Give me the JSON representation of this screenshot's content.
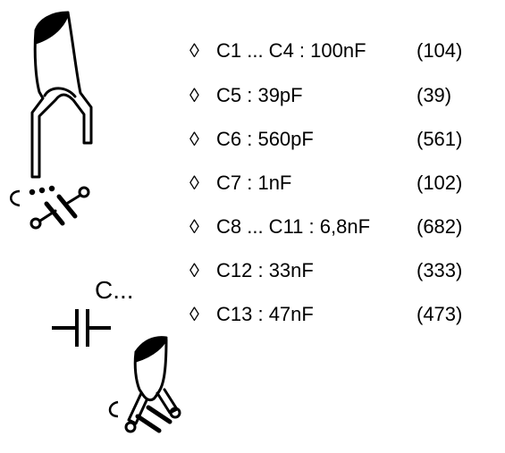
{
  "legend": {
    "symbol_label": "C...",
    "items": [
      {
        "label": "C1 ... C4  : 100nF",
        "code": "(104)"
      },
      {
        "label": "C5 :  39pF",
        "code": "(39)"
      },
      {
        "label": "C6 :  560pF",
        "code": "(561)"
      },
      {
        "label": "C7 :  1nF",
        "code": "(102)"
      },
      {
        "label": "C8 ... C11  : 6,8nF",
        "code": "(682)"
      },
      {
        "label": "C12 : 33nF",
        "code": "(333)"
      },
      {
        "label": "C13 : 47nF",
        "code": "(473)"
      }
    ]
  }
}
